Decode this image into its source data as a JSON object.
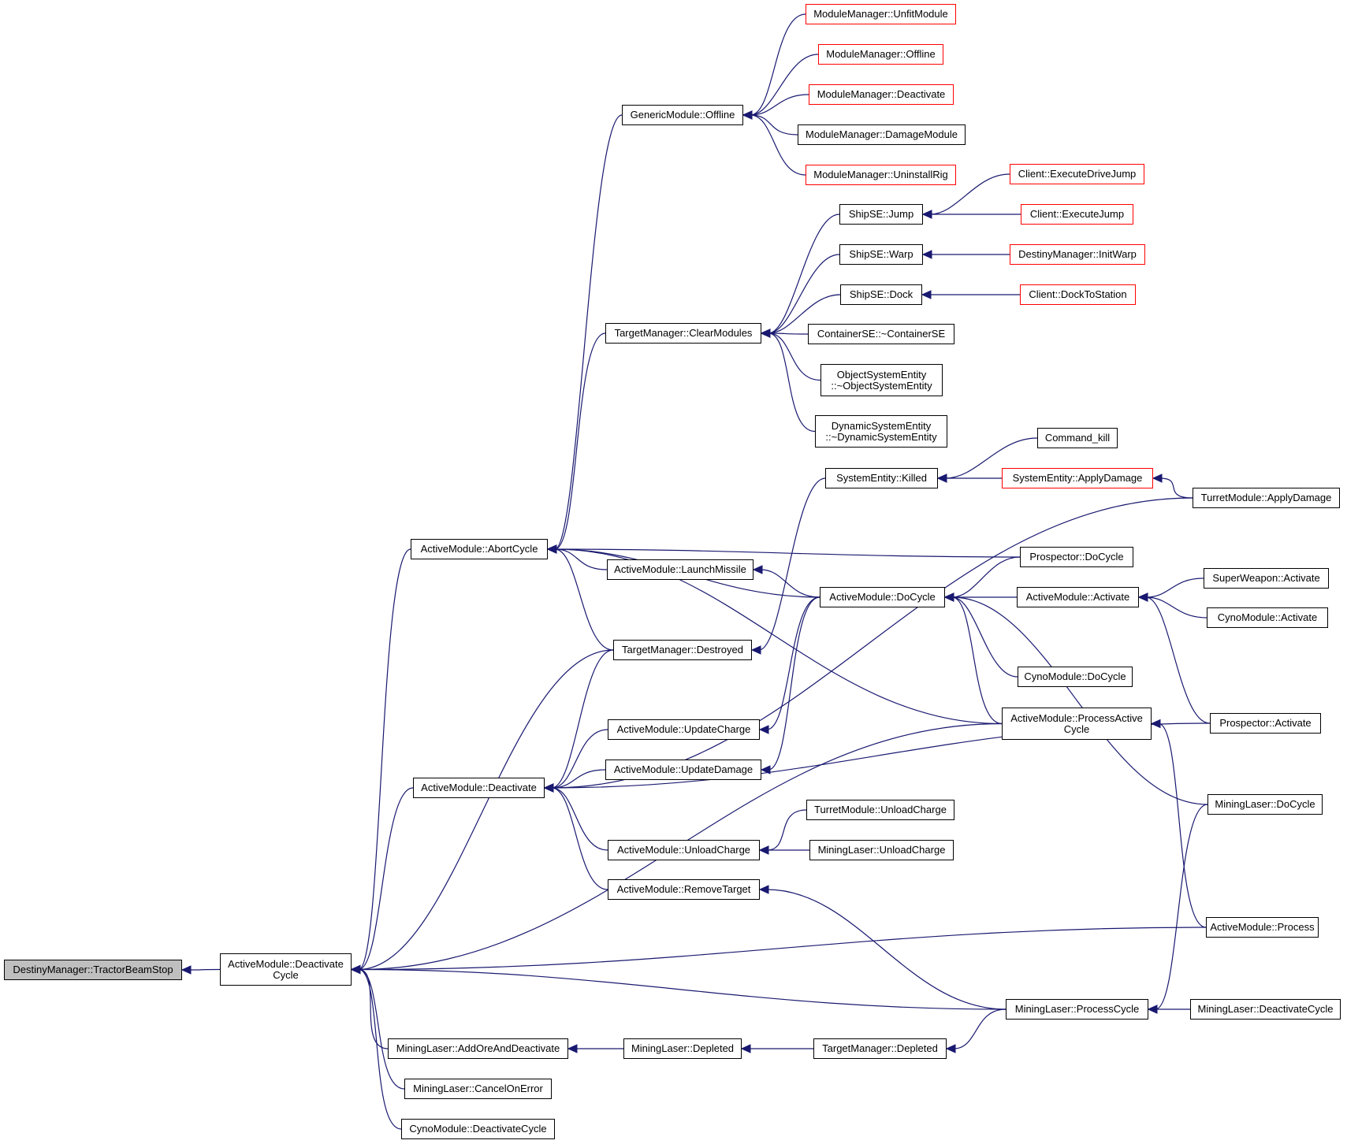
{
  "diagram": {
    "type": "call-graph",
    "root": "n0",
    "nodes": [
      {
        "id": "n0",
        "label": "DestinyManager::TractorBeamStop",
        "style": "root"
      },
      {
        "id": "n1",
        "label": "ActiveModule::Deactivate\nCycle",
        "style": "normal"
      },
      {
        "id": "n2",
        "label": "ActiveModule::AbortCycle",
        "style": "normal"
      },
      {
        "id": "n3",
        "label": "ActiveModule::Deactivate",
        "style": "normal"
      },
      {
        "id": "n4",
        "label": "MiningLaser::AddOreAndDeactivate",
        "style": "normal"
      },
      {
        "id": "n5",
        "label": "MiningLaser::CancelOnError",
        "style": "normal"
      },
      {
        "id": "n6",
        "label": "CynoModule::DeactivateCycle",
        "style": "normal"
      },
      {
        "id": "n7",
        "label": "GenericModule::Offline",
        "style": "normal"
      },
      {
        "id": "n8",
        "label": "TargetManager::ClearModules",
        "style": "normal"
      },
      {
        "id": "n9",
        "label": "ActiveModule::LaunchMissile",
        "style": "normal"
      },
      {
        "id": "n10",
        "label": "TargetManager::Destroyed",
        "style": "normal"
      },
      {
        "id": "n11",
        "label": "ActiveModule::UpdateCharge",
        "style": "normal"
      },
      {
        "id": "n12",
        "label": "ActiveModule::UpdateDamage",
        "style": "normal"
      },
      {
        "id": "n13",
        "label": "ActiveModule::UnloadCharge",
        "style": "normal"
      },
      {
        "id": "n14",
        "label": "ActiveModule::RemoveTarget",
        "style": "normal"
      },
      {
        "id": "n15",
        "label": "MiningLaser::Depleted",
        "style": "normal"
      },
      {
        "id": "n16",
        "label": "ModuleManager::UnfitModule",
        "style": "red"
      },
      {
        "id": "n17",
        "label": "ModuleManager::Offline",
        "style": "red"
      },
      {
        "id": "n18",
        "label": "ModuleManager::Deactivate",
        "style": "red"
      },
      {
        "id": "n19",
        "label": "ModuleManager::DamageModule",
        "style": "normal"
      },
      {
        "id": "n20",
        "label": "ModuleManager::UninstallRig",
        "style": "red"
      },
      {
        "id": "n21",
        "label": "ShipSE::Jump",
        "style": "normal"
      },
      {
        "id": "n22",
        "label": "ShipSE::Warp",
        "style": "normal"
      },
      {
        "id": "n23",
        "label": "ShipSE::Dock",
        "style": "normal"
      },
      {
        "id": "n24",
        "label": "ContainerSE::~ContainerSE",
        "style": "normal"
      },
      {
        "id": "n25",
        "label": "ObjectSystemEntity\n::~ObjectSystemEntity",
        "style": "normal"
      },
      {
        "id": "n26",
        "label": "DynamicSystemEntity\n::~DynamicSystemEntity",
        "style": "normal"
      },
      {
        "id": "n27",
        "label": "SystemEntity::Killed",
        "style": "normal"
      },
      {
        "id": "n28",
        "label": "ActiveModule::DoCycle",
        "style": "normal"
      },
      {
        "id": "n29",
        "label": "TurretModule::UnloadCharge",
        "style": "normal"
      },
      {
        "id": "n30",
        "label": "MiningLaser::UnloadCharge",
        "style": "normal"
      },
      {
        "id": "n31",
        "label": "TargetManager::Depleted",
        "style": "normal"
      },
      {
        "id": "n32",
        "label": "Client::ExecuteDriveJump",
        "style": "red"
      },
      {
        "id": "n33",
        "label": "Client::ExecuteJump",
        "style": "red"
      },
      {
        "id": "n34",
        "label": "DestinyManager::InitWarp",
        "style": "red"
      },
      {
        "id": "n35",
        "label": "Client::DockToStation",
        "style": "red"
      },
      {
        "id": "n36",
        "label": "Command_kill",
        "style": "normal"
      },
      {
        "id": "n37",
        "label": "SystemEntity::ApplyDamage",
        "style": "red"
      },
      {
        "id": "n38",
        "label": "Prospector::DoCycle",
        "style": "normal"
      },
      {
        "id": "n39",
        "label": "ActiveModule::Activate",
        "style": "normal"
      },
      {
        "id": "n40",
        "label": "CynoModule::DoCycle",
        "style": "normal"
      },
      {
        "id": "n41",
        "label": "ActiveModule::ProcessActive\nCycle",
        "style": "normal"
      },
      {
        "id": "n42",
        "label": "MiningLaser::ProcessCycle",
        "style": "normal"
      },
      {
        "id": "n43",
        "label": "TurretModule::ApplyDamage",
        "style": "normal"
      },
      {
        "id": "n44",
        "label": "SuperWeapon::Activate",
        "style": "normal"
      },
      {
        "id": "n45",
        "label": "CynoModule::Activate",
        "style": "normal"
      },
      {
        "id": "n46",
        "label": "Prospector::Activate",
        "style": "normal"
      },
      {
        "id": "n47",
        "label": "MiningLaser::DoCycle",
        "style": "normal"
      },
      {
        "id": "n48",
        "label": "ActiveModule::Process",
        "style": "normal"
      },
      {
        "id": "n49",
        "label": "MiningLaser::DeactivateCycle",
        "style": "normal"
      }
    ],
    "edges": [
      [
        "n1",
        "n0"
      ],
      [
        "n2",
        "n1"
      ],
      [
        "n3",
        "n1"
      ],
      [
        "n4",
        "n1"
      ],
      [
        "n5",
        "n1"
      ],
      [
        "n6",
        "n1"
      ],
      [
        "n10",
        "n1"
      ],
      [
        "n41",
        "n1"
      ],
      [
        "n48",
        "n1"
      ],
      [
        "n42",
        "n1"
      ],
      [
        "n7",
        "n2"
      ],
      [
        "n8",
        "n2"
      ],
      [
        "n9",
        "n2"
      ],
      [
        "n10",
        "n2"
      ],
      [
        "n28",
        "n2"
      ],
      [
        "n38",
        "n2"
      ],
      [
        "n41",
        "n2"
      ],
      [
        "n10",
        "n3"
      ],
      [
        "n11",
        "n3"
      ],
      [
        "n12",
        "n3"
      ],
      [
        "n13",
        "n3"
      ],
      [
        "n14",
        "n3"
      ],
      [
        "n43",
        "n3"
      ],
      [
        "n46",
        "n3"
      ],
      [
        "n15",
        "n4"
      ],
      [
        "n16",
        "n7"
      ],
      [
        "n17",
        "n7"
      ],
      [
        "n18",
        "n7"
      ],
      [
        "n19",
        "n7"
      ],
      [
        "n20",
        "n7"
      ],
      [
        "n21",
        "n8"
      ],
      [
        "n22",
        "n8"
      ],
      [
        "n23",
        "n8"
      ],
      [
        "n24",
        "n8"
      ],
      [
        "n25",
        "n8"
      ],
      [
        "n26",
        "n8"
      ],
      [
        "n28",
        "n9"
      ],
      [
        "n27",
        "n10"
      ],
      [
        "n28",
        "n11"
      ],
      [
        "n28",
        "n12"
      ],
      [
        "n29",
        "n13"
      ],
      [
        "n30",
        "n13"
      ],
      [
        "n42",
        "n14"
      ],
      [
        "n31",
        "n15"
      ],
      [
        "n32",
        "n21"
      ],
      [
        "n33",
        "n21"
      ],
      [
        "n34",
        "n22"
      ],
      [
        "n35",
        "n23"
      ],
      [
        "n36",
        "n27"
      ],
      [
        "n37",
        "n27"
      ],
      [
        "n38",
        "n28"
      ],
      [
        "n39",
        "n28"
      ],
      [
        "n40",
        "n28"
      ],
      [
        "n41",
        "n28"
      ],
      [
        "n47",
        "n28"
      ],
      [
        "n42",
        "n31"
      ],
      [
        "n43",
        "n37"
      ],
      [
        "n44",
        "n39"
      ],
      [
        "n45",
        "n39"
      ],
      [
        "n46",
        "n39"
      ],
      [
        "n48",
        "n41"
      ],
      [
        "n47",
        "n42"
      ],
      [
        "n49",
        "n42"
      ]
    ]
  },
  "colors": {
    "edge": "#191970",
    "node_border": "#000000",
    "node_border_red": "#ff0000",
    "root_fill": "#bfbfbf"
  }
}
